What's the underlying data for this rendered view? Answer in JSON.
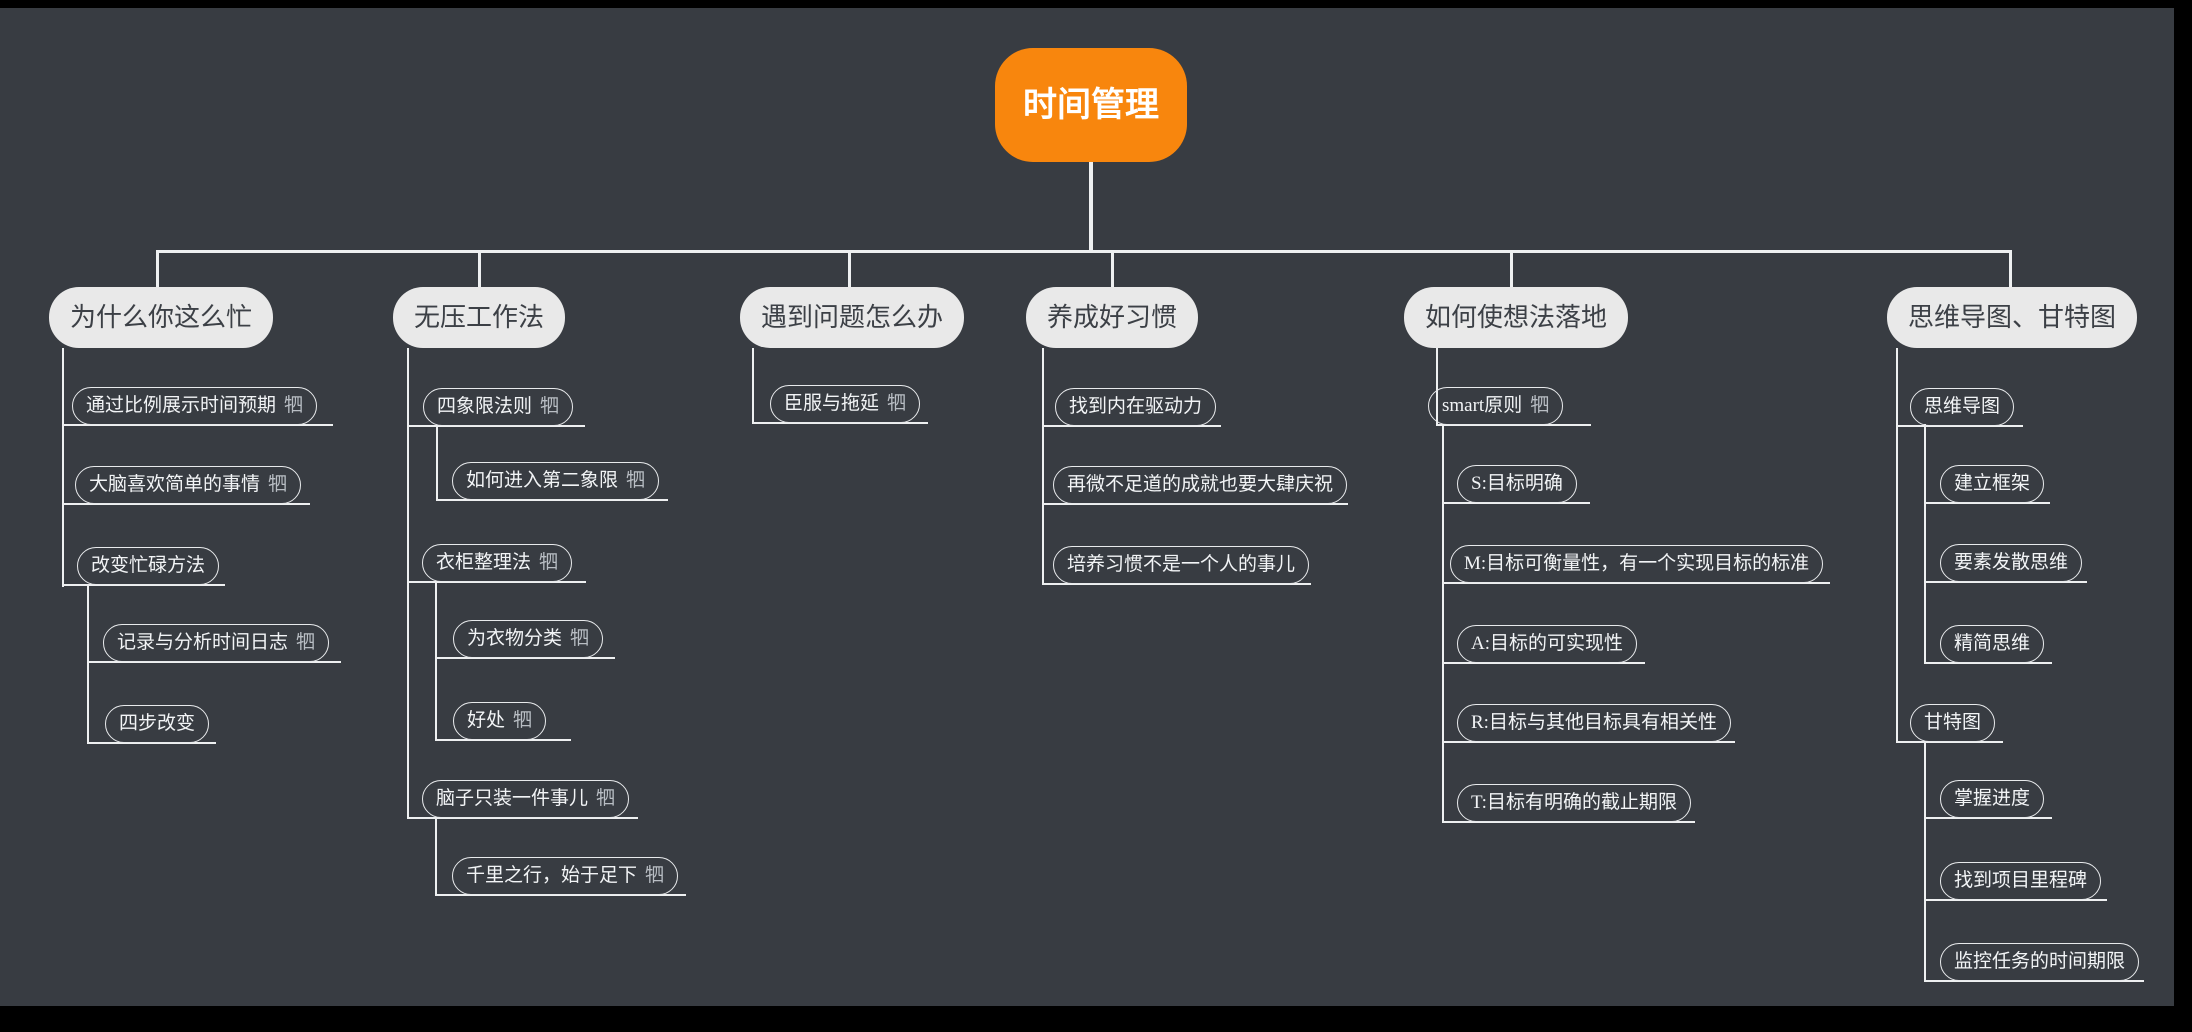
{
  "colors": {
    "background": "#383c42",
    "frame": "#000000",
    "root_fill": "#f8860d",
    "root_text": "#ffffff",
    "branch_fill": "#e9e9e9",
    "branch_text": "#3c4046",
    "outline_node_border": "#e8eaec",
    "outline_node_text": "#f2f4f6",
    "connector_line": "#eef0f1",
    "tag_glyph_color": "#b9bec4"
  },
  "root": {
    "label": "时间管理"
  },
  "branches": [
    {
      "label": "为什么你这么忙",
      "children": [
        {
          "label": "通过比例展示时间预期",
          "tag": "牭"
        },
        {
          "label": "大脑喜欢简单的事情",
          "tag": "牭"
        },
        {
          "label": "改变忙碌方法",
          "children": [
            {
              "label": "记录与分析时间日志",
              "tag": "牭"
            },
            {
              "label": "四步改变"
            }
          ]
        }
      ]
    },
    {
      "label": "无压工作法",
      "children": [
        {
          "label": "四象限法则",
          "tag": "牭",
          "children": [
            {
              "label": "如何进入第二象限",
              "tag": "牭"
            }
          ]
        },
        {
          "label": "衣柜整理法",
          "tag": "牭",
          "children": [
            {
              "label": "为衣物分类",
              "tag": "牭"
            },
            {
              "label": "好处",
              "tag": "牭"
            }
          ]
        },
        {
          "label": "脑子只装一件事儿",
          "tag": "牭",
          "children": [
            {
              "label": "千里之行，始于足下",
              "tag": "牭"
            }
          ]
        }
      ]
    },
    {
      "label": "遇到问题怎么办",
      "children": [
        {
          "label": "臣服与拖延",
          "tag": "牭"
        }
      ]
    },
    {
      "label": "养成好习惯",
      "children": [
        {
          "label": "找到内在驱动力"
        },
        {
          "label": "再微不足道的成就也要大肆庆祝"
        },
        {
          "label": "培养习惯不是一个人的事儿"
        }
      ]
    },
    {
      "label": "如何使想法落地",
      "children": [
        {
          "label": "smart原则",
          "tag": "牭",
          "children": [
            {
              "label": "S:目标明确"
            },
            {
              "label": "M:目标可衡量性，有一个实现目标的标准"
            },
            {
              "label": "A:目标的可实现性"
            },
            {
              "label": "R:目标与其他目标具有相关性"
            },
            {
              "label": "T:目标有明确的截止期限"
            }
          ]
        }
      ]
    },
    {
      "label": "思维导图、甘特图",
      "children": [
        {
          "label": "思维导图",
          "children": [
            {
              "label": "建立框架"
            },
            {
              "label": "要素发散思维"
            },
            {
              "label": "精简思维"
            }
          ]
        },
        {
          "label": "甘特图",
          "children": [
            {
              "label": "掌握进度"
            },
            {
              "label": "找到项目里程碑"
            },
            {
              "label": "监控任务的时间期限"
            }
          ]
        }
      ]
    }
  ]
}
